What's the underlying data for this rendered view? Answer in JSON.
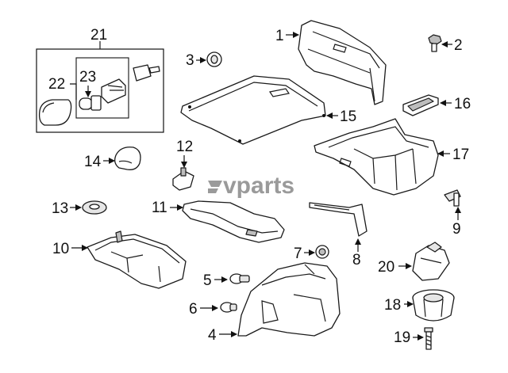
{
  "watermark": {
    "text": "vparts"
  },
  "callouts": {
    "c1": "1",
    "c2": "2",
    "c3": "3",
    "c4": "4",
    "c5": "5",
    "c6": "6",
    "c7": "7",
    "c8": "8",
    "c9": "9",
    "c10": "10",
    "c11": "11",
    "c12": "12",
    "c13": "13",
    "c14": "14",
    "c15": "15",
    "c16": "16",
    "c17": "17",
    "c18": "18",
    "c19": "19",
    "c20": "20",
    "c21": "21",
    "c22": "22",
    "c23": "23"
  }
}
